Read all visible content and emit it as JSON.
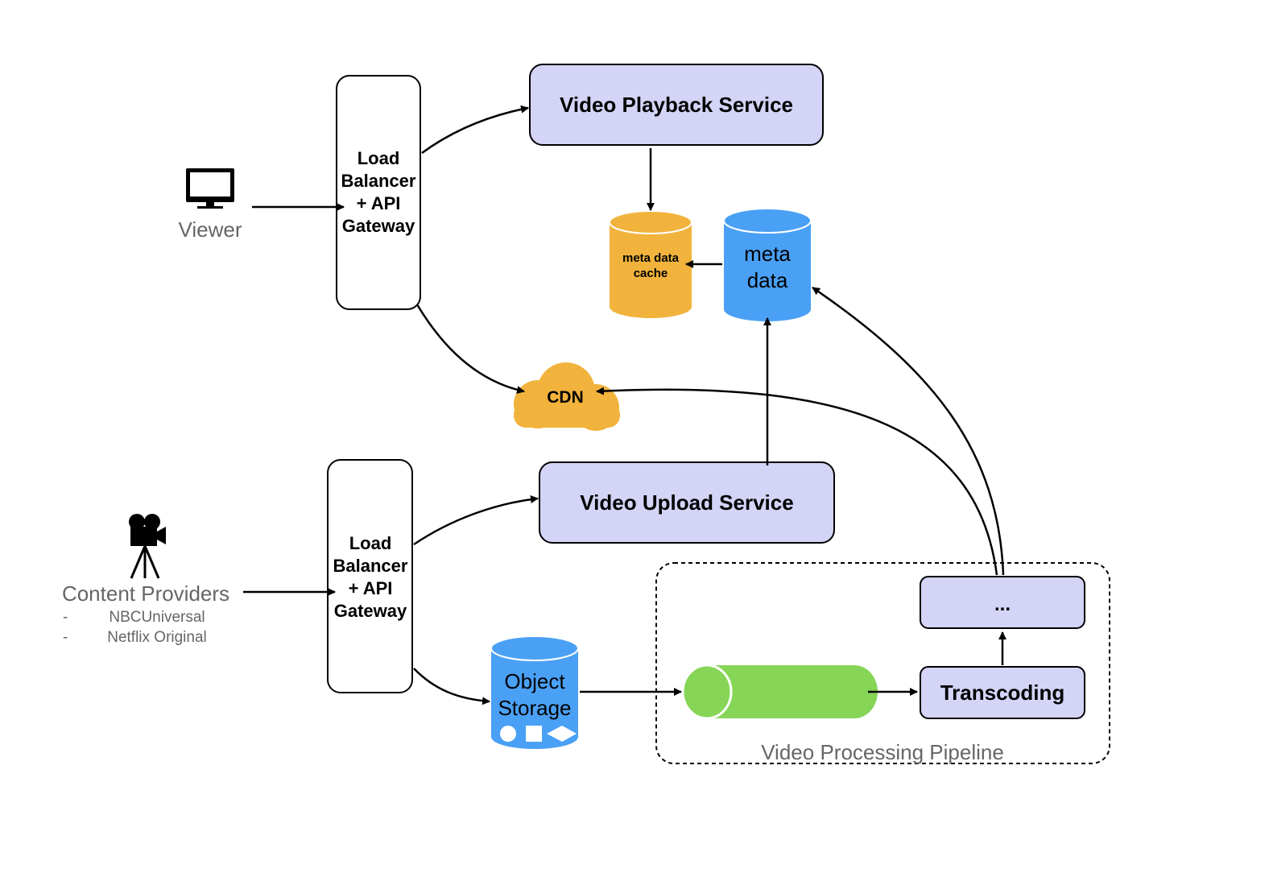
{
  "actors": {
    "viewer": {
      "label": "Viewer",
      "icon": "monitor-icon"
    },
    "content_providers": {
      "label": "Content Providers",
      "icon": "movie-camera-icon",
      "items": [
        {
          "bullet": "-",
          "text": "NBCUniversal"
        },
        {
          "bullet": "-",
          "text": "Netflix Original"
        }
      ]
    }
  },
  "gateways": {
    "top": {
      "lines": [
        "Load",
        "Balancer",
        "+ API",
        "Gateway"
      ]
    },
    "bottom": {
      "lines": [
        "Load",
        "Balancer",
        "+ API",
        "Gateway"
      ]
    }
  },
  "services": {
    "playback": "Video Playback Service",
    "upload": "Video Upload Service"
  },
  "stores": {
    "metadata_cache": {
      "lines": [
        "meta data",
        "cache"
      ]
    },
    "metadata": {
      "lines": [
        "meta",
        "data"
      ]
    },
    "object_storage": {
      "lines": [
        "Object",
        "Storage"
      ]
    },
    "cdn": "CDN"
  },
  "pipeline": {
    "label": "Video Processing Pipeline",
    "transcoding": "Transcoding",
    "more": "..."
  },
  "colors": {
    "service_fill": "#d4d4f7",
    "cache_fill": "#f2b33d",
    "db_fill": "#4aa0f5",
    "queue_fill": "#86d557",
    "cdn_fill": "#f2b33d"
  }
}
